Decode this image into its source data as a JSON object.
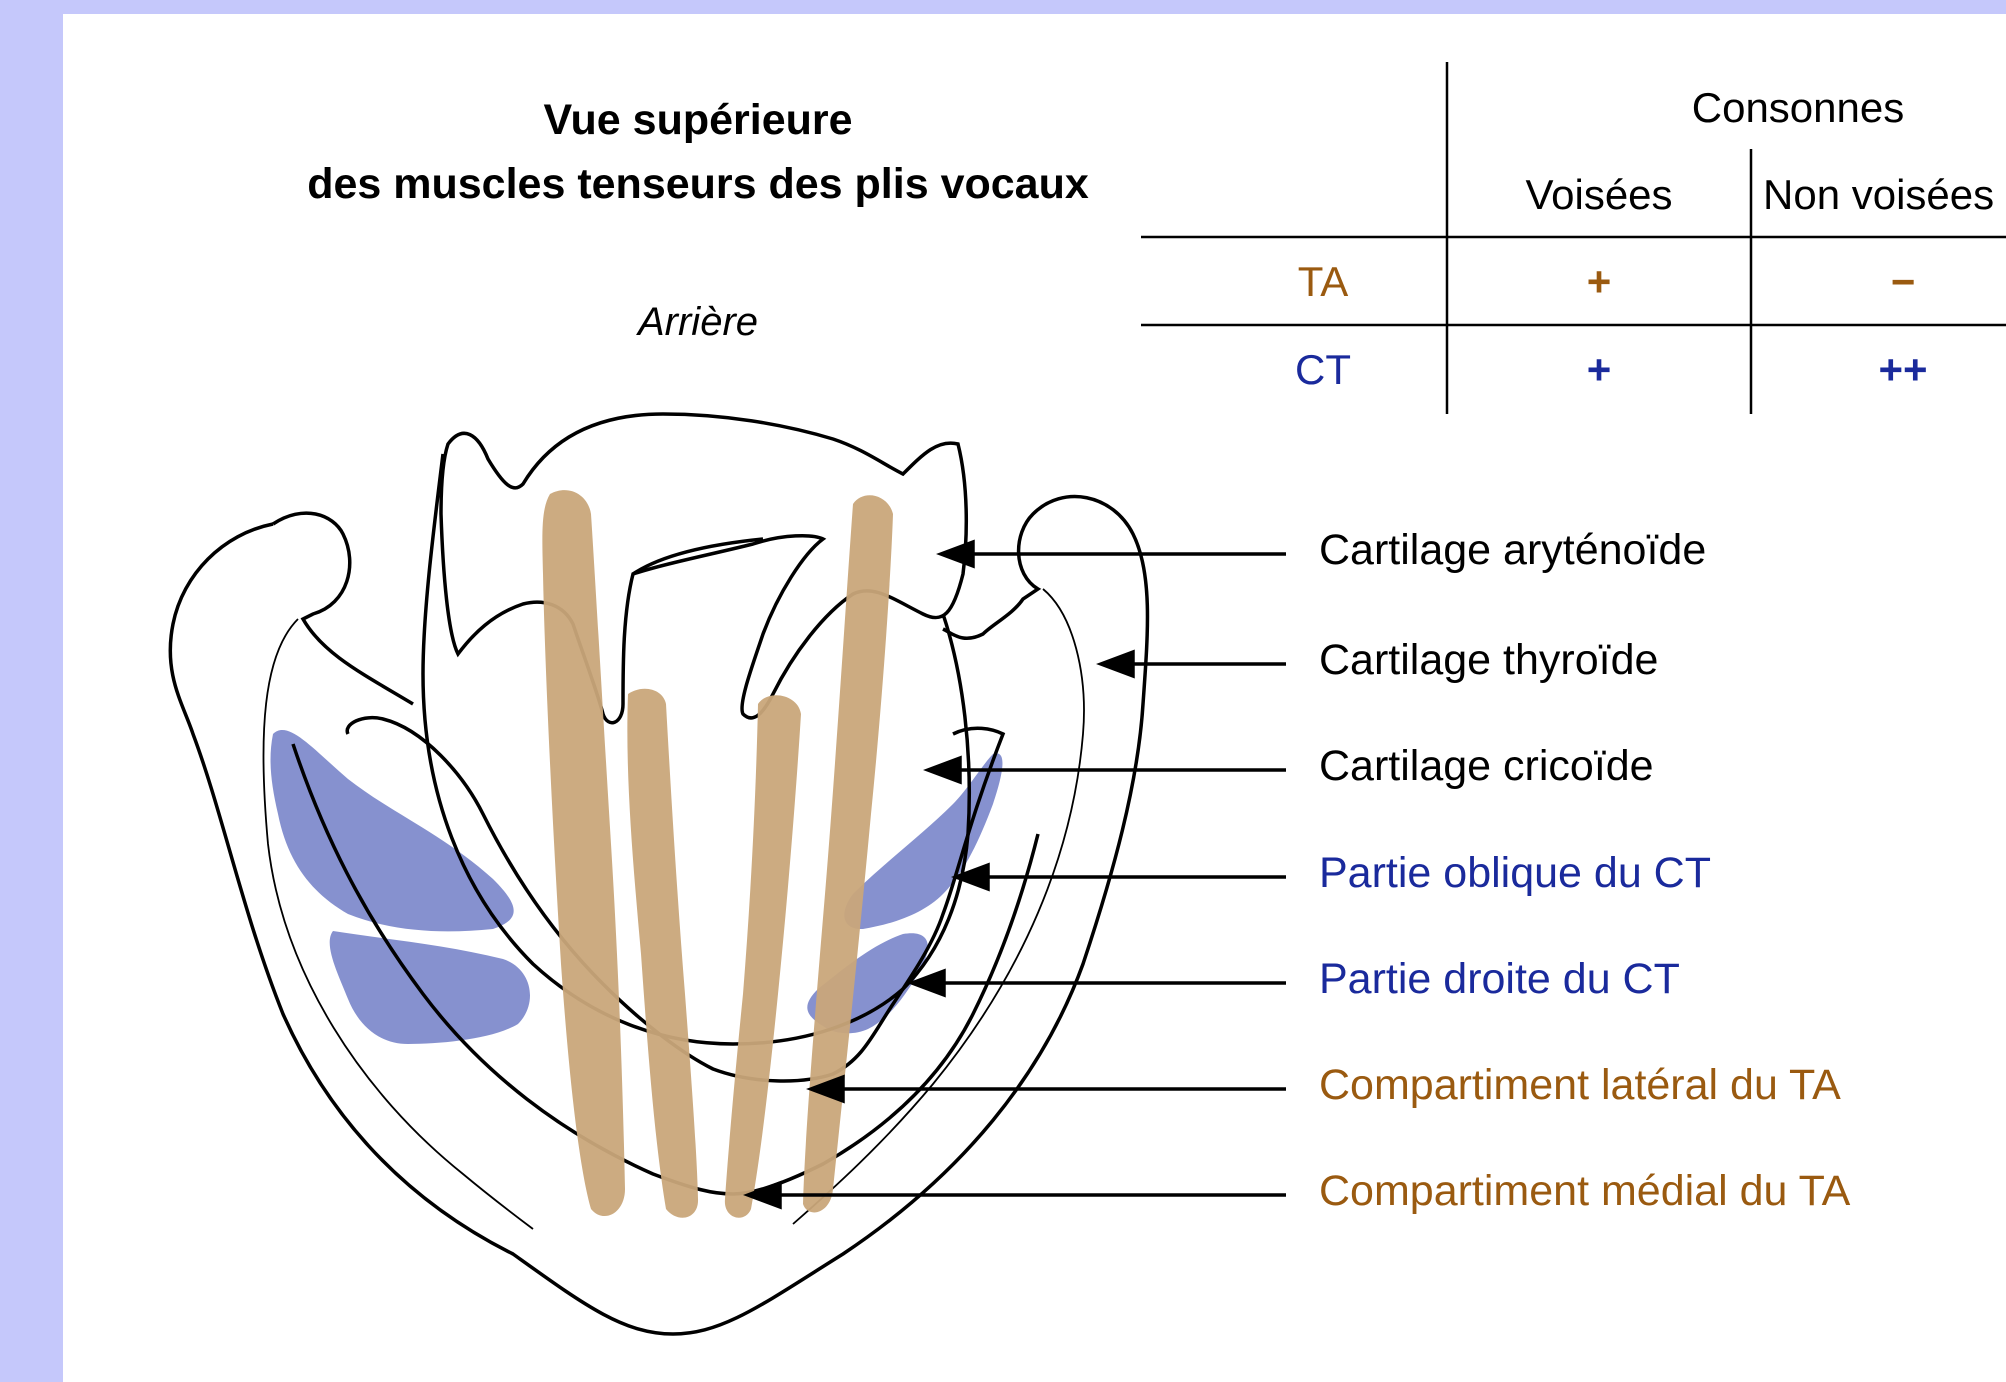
{
  "colors": {
    "frame": "#c5c8fb",
    "ta_muscle": "#c9a67a",
    "ct_muscle": "#7984c9",
    "ta_text": "#9a5a10",
    "ct_text": "#1a2a9c"
  },
  "title": {
    "line1": "Vue supérieure",
    "line2": "des muscles tenseurs des plis vocaux"
  },
  "orientation": "Arrière",
  "table": {
    "group_header": "Consonnes",
    "columns": [
      "Voisées",
      "Non voisées"
    ],
    "rows": [
      {
        "muscle": "TA",
        "values": [
          "+",
          "−"
        ]
      },
      {
        "muscle": "CT",
        "values": [
          "+",
          "++"
        ]
      }
    ]
  },
  "labels": [
    {
      "text": "Cartilage aryténoïde",
      "color": "black"
    },
    {
      "text": "Cartilage thyroïde",
      "color": "black"
    },
    {
      "text": "Cartilage cricoïde",
      "color": "black"
    },
    {
      "text": "Partie oblique du CT",
      "color": "blue"
    },
    {
      "text": "Partie droite du CT",
      "color": "blue"
    },
    {
      "text": "Compartiment latéral du TA",
      "color": "brown"
    },
    {
      "text": "Compartiment médial du TA",
      "color": "brown"
    }
  ]
}
